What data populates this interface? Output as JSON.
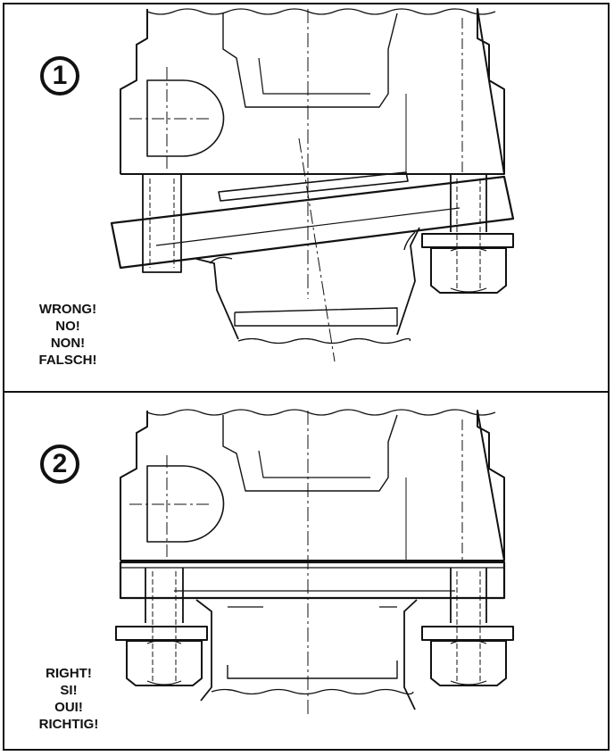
{
  "panels": [
    {
      "step": "1",
      "captions": [
        "WRONG!",
        "NO!",
        "NON!",
        "FALSCH!"
      ]
    },
    {
      "step": "2",
      "captions": [
        "RIGHT!",
        "SI!",
        "OUI!",
        "RICHTIG!"
      ]
    }
  ],
  "colors": {
    "ink": "#111111",
    "paper": "#ffffff"
  }
}
